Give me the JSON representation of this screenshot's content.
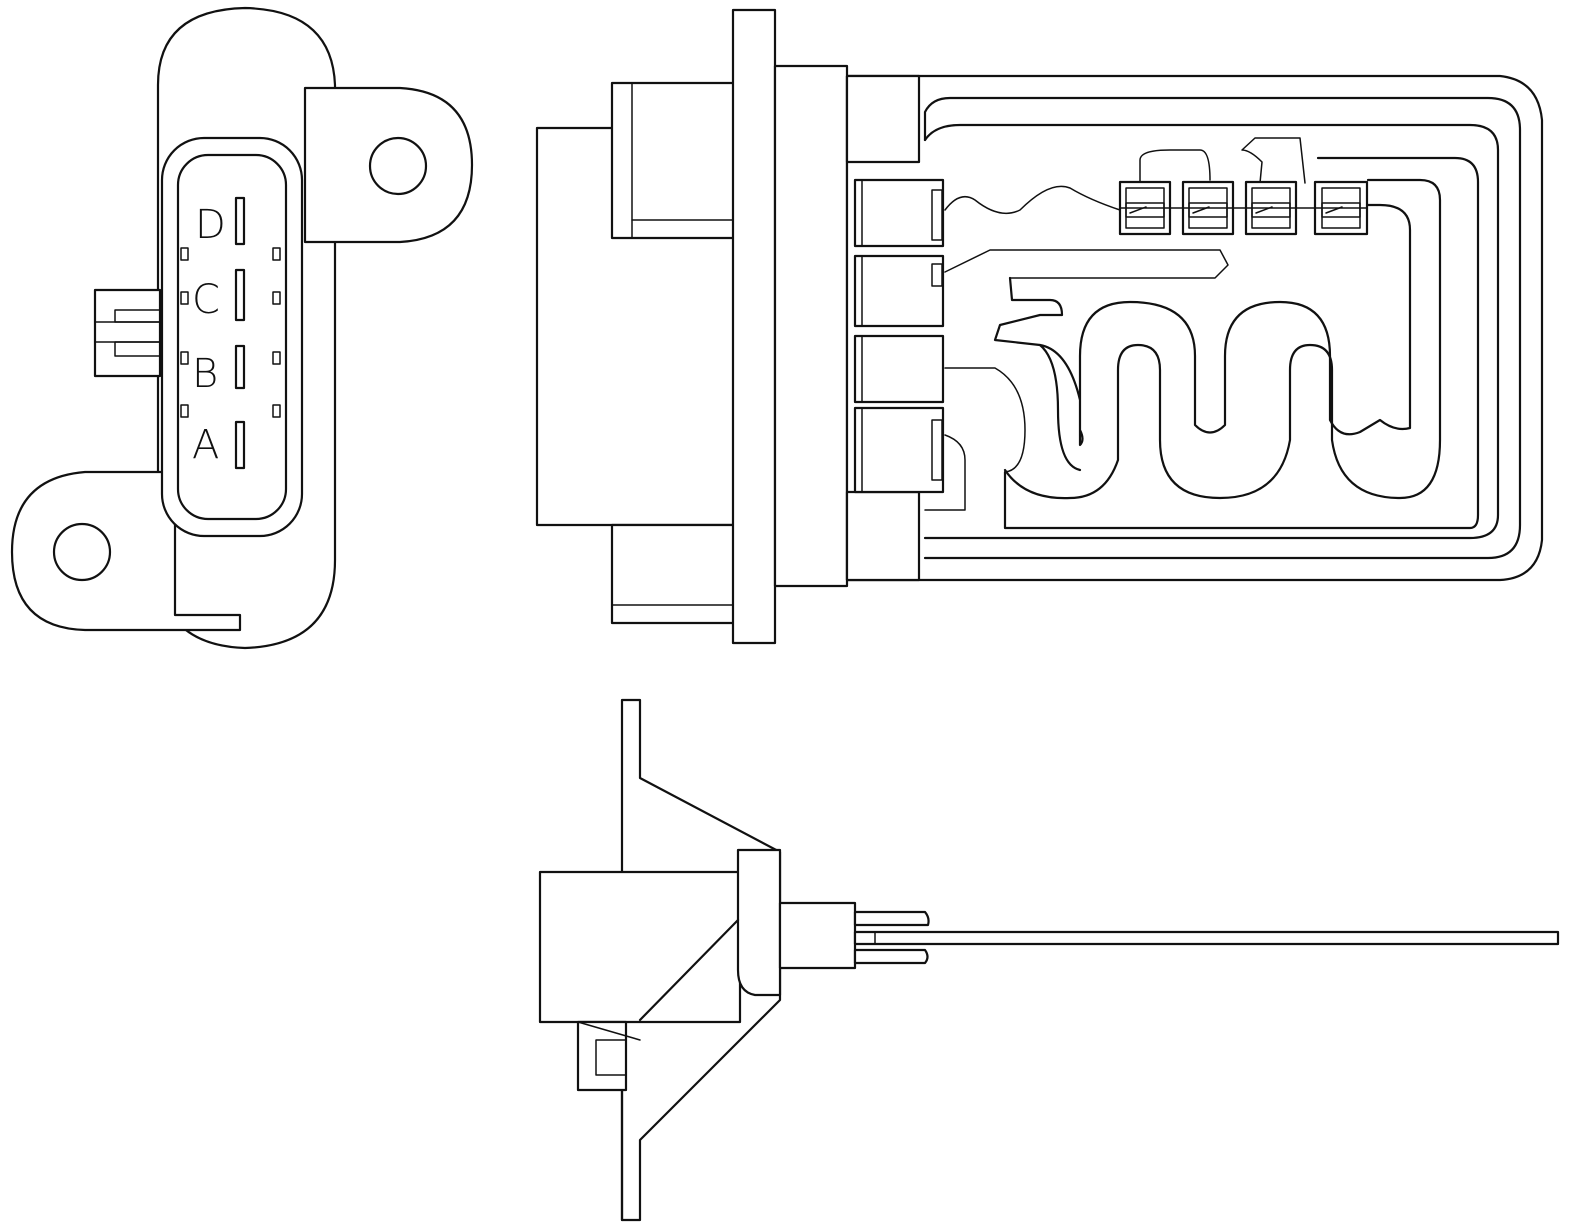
{
  "pin_labels": [
    "D",
    "C",
    "B",
    "A"
  ],
  "line_color": "#111111",
  "background_color": "#ffffff"
}
